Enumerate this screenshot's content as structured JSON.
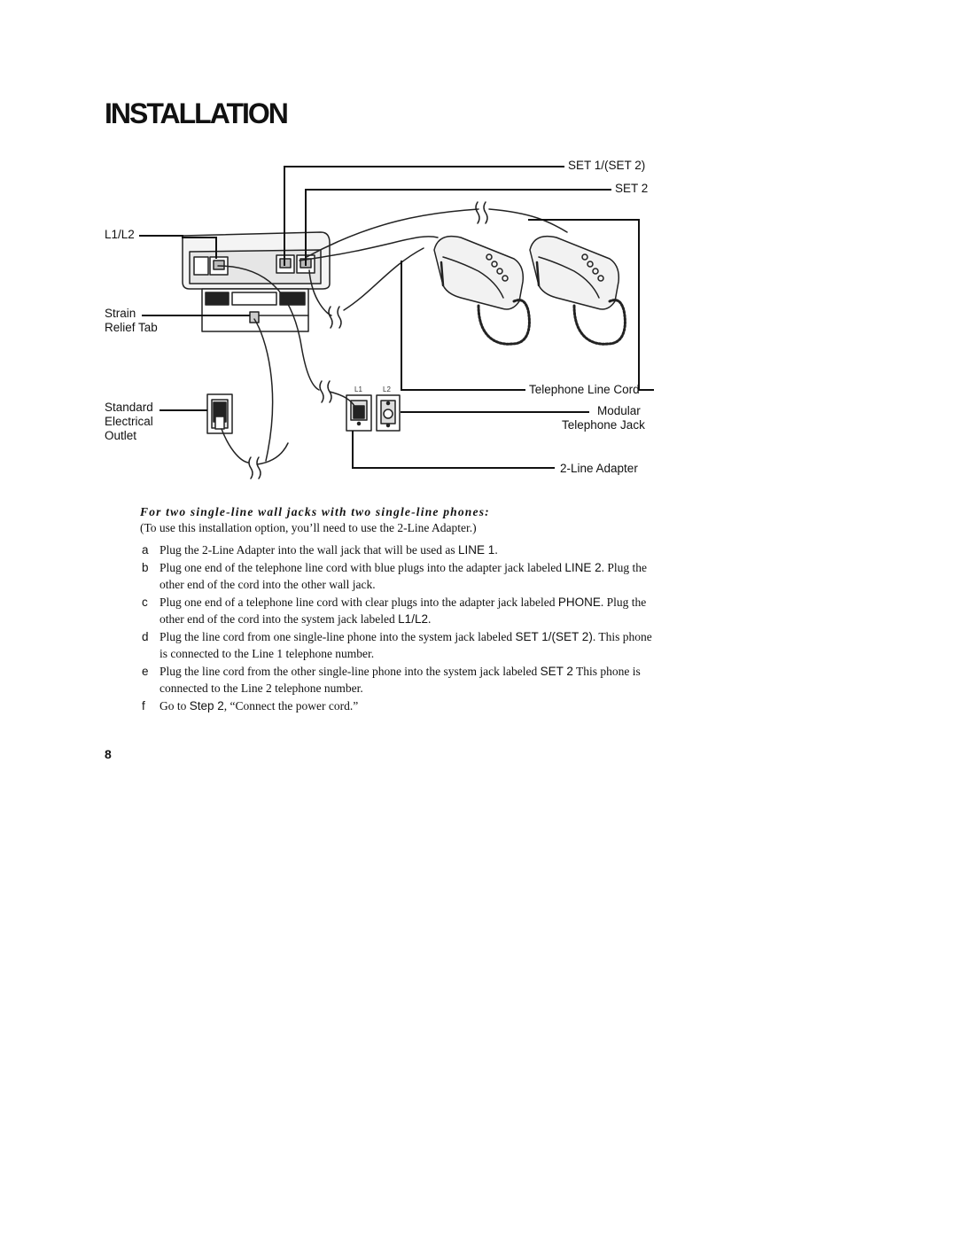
{
  "page": {
    "title": "INSTALLATION",
    "page_number": "8"
  },
  "diagram": {
    "labels": {
      "set1_set2": "SET 1/(SET 2)",
      "set2": "SET 2",
      "l1_l2": "L1/L2",
      "strain_line1": "Strain",
      "strain_line2": "Relief Tab",
      "outlet_line1": "Standard",
      "outlet_line2": "Electrical",
      "outlet_line3": "Outlet",
      "telephone_line_cord": "Telephone Line Cord",
      "modular_line1": "Modular",
      "modular_line2": "Telephone Jack",
      "two_line_adapter": "2-Line Adapter",
      "adapter_l1": "L1",
      "adapter_l2": "L2"
    },
    "icons": [
      "console-unit",
      "wall-outlet-icon",
      "phone-handset-icon",
      "modular-jack-icon",
      "two-line-adapter-icon"
    ]
  },
  "instructions": {
    "heading": "For two single-line wall jacks with two single-line phones:",
    "intro": "(To use this installation option, you’ll need to use the 2-Line Adapter.)",
    "steps": [
      {
        "letter": "a",
        "t1": "Plug the 2-Line Adapter into the wall jack that will be used as ",
        "k1": "LINE 1",
        "t2": "."
      },
      {
        "letter": "b",
        "t1": "Plug one end of the telephone line cord with blue plugs into the adapter jack labeled ",
        "k1": "LINE 2",
        "t2": ". Plug the other end of the cord into the other wall jack."
      },
      {
        "letter": "c",
        "t1": "Plug one end of a telephone line cord with clear plugs into the adapter jack labeled ",
        "k1": "PHONE",
        "t2": ". Plug the other end of the cord into the system jack labeled ",
        "k2": "L1/L2",
        "t3": "."
      },
      {
        "letter": "d",
        "t1": "Plug the line cord from one single-line phone into the system jack labeled ",
        "k1": "SET 1/(SET 2)",
        "t2": ". This phone is connected to the Line 1 telephone number."
      },
      {
        "letter": "e",
        "t1": "Plug the line cord from the other single-line phone into the system jack labeled ",
        "k1": "SET 2",
        "t2": " This phone is connected to the Line 2 telephone number."
      },
      {
        "letter": "f",
        "t1": "Go to ",
        "k1": "Step 2",
        "t2": ", “Connect the power cord.”"
      }
    ]
  }
}
